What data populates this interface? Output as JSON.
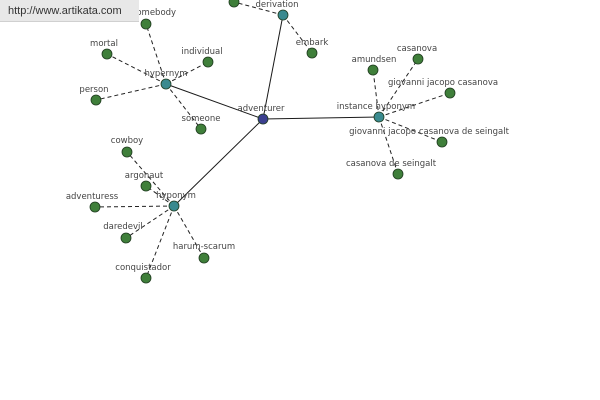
{
  "header": {
    "url": "http://www.artikata.com"
  },
  "colors": {
    "center": "#3b3f8f",
    "relation": "#3a8a8f",
    "leaf": "#3f7f3a"
  },
  "graph": {
    "nodes": [
      {
        "id": "adventurer",
        "label": "adventurer",
        "kind": "center"
      },
      {
        "id": "derivation",
        "label": "derivation",
        "kind": "relation"
      },
      {
        "id": "hypernym",
        "label": "hypernym",
        "kind": "relation"
      },
      {
        "id": "instance-hyponym",
        "label": "instance hyponym",
        "kind": "relation"
      },
      {
        "id": "hyponym",
        "label": "hyponym",
        "kind": "relation"
      },
      {
        "id": "embark",
        "label": "embark",
        "kind": "leaf"
      },
      {
        "id": "derivation-top",
        "label": "",
        "kind": "leaf"
      },
      {
        "id": "somebody",
        "label": "somebody",
        "kind": "leaf"
      },
      {
        "id": "mortal",
        "label": "mortal",
        "kind": "leaf"
      },
      {
        "id": "individual",
        "label": "individual",
        "kind": "leaf"
      },
      {
        "id": "person",
        "label": "person",
        "kind": "leaf"
      },
      {
        "id": "someone",
        "label": "someone",
        "kind": "leaf"
      },
      {
        "id": "amundsen",
        "label": "amundsen",
        "kind": "leaf"
      },
      {
        "id": "casanova",
        "label": "casanova",
        "kind": "leaf"
      },
      {
        "id": "giovanni-jacopo-casanova",
        "label": "giovanni jacopo casanova",
        "kind": "leaf"
      },
      {
        "id": "giovanni-jacopo-casanova-de-seingalt",
        "label": "giovanni jacopo casanova de seingalt",
        "kind": "leaf"
      },
      {
        "id": "casanova-de-seingalt",
        "label": "casanova de seingalt",
        "kind": "leaf"
      },
      {
        "id": "cowboy",
        "label": "cowboy",
        "kind": "leaf"
      },
      {
        "id": "argonaut",
        "label": "argonaut",
        "kind": "leaf"
      },
      {
        "id": "adventuress",
        "label": "adventuress",
        "kind": "leaf"
      },
      {
        "id": "daredevil",
        "label": "daredevil",
        "kind": "leaf"
      },
      {
        "id": "harum-scarum",
        "label": "harum-scarum",
        "kind": "leaf"
      },
      {
        "id": "conquistador",
        "label": "conquistador",
        "kind": "leaf"
      }
    ],
    "edges": [
      {
        "from": "adventurer",
        "to": "derivation",
        "style": "solid"
      },
      {
        "from": "adventurer",
        "to": "hypernym",
        "style": "solid"
      },
      {
        "from": "adventurer",
        "to": "instance-hyponym",
        "style": "solid"
      },
      {
        "from": "adventurer",
        "to": "hyponym",
        "style": "solid"
      },
      {
        "from": "derivation",
        "to": "embark",
        "style": "dashed"
      },
      {
        "from": "derivation",
        "to": "derivation-top",
        "style": "dashed"
      },
      {
        "from": "hypernym",
        "to": "somebody",
        "style": "dashed"
      },
      {
        "from": "hypernym",
        "to": "mortal",
        "style": "dashed"
      },
      {
        "from": "hypernym",
        "to": "individual",
        "style": "dashed"
      },
      {
        "from": "hypernym",
        "to": "person",
        "style": "dashed"
      },
      {
        "from": "hypernym",
        "to": "someone",
        "style": "dashed"
      },
      {
        "from": "instance-hyponym",
        "to": "amundsen",
        "style": "dashed"
      },
      {
        "from": "instance-hyponym",
        "to": "casanova",
        "style": "dashed"
      },
      {
        "from": "instance-hyponym",
        "to": "giovanni-jacopo-casanova",
        "style": "dashed"
      },
      {
        "from": "instance-hyponym",
        "to": "giovanni-jacopo-casanova-de-seingalt",
        "style": "dashed"
      },
      {
        "from": "instance-hyponym",
        "to": "casanova-de-seingalt",
        "style": "dashed"
      },
      {
        "from": "hyponym",
        "to": "cowboy",
        "style": "dashed"
      },
      {
        "from": "hyponym",
        "to": "argonaut",
        "style": "dashed"
      },
      {
        "from": "hyponym",
        "to": "adventuress",
        "style": "dashed"
      },
      {
        "from": "hyponym",
        "to": "daredevil",
        "style": "dashed"
      },
      {
        "from": "hyponym",
        "to": "harum-scarum",
        "style": "dashed"
      },
      {
        "from": "hyponym",
        "to": "conquistador",
        "style": "dashed"
      }
    ]
  }
}
